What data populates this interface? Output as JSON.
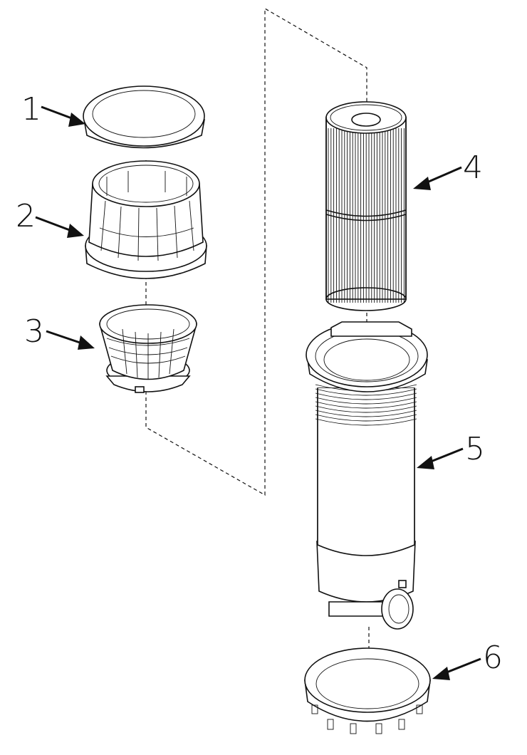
{
  "diagram": {
    "callouts": [
      {
        "id": "1",
        "label": "1"
      },
      {
        "id": "2",
        "label": "2"
      },
      {
        "id": "3",
        "label": "3"
      },
      {
        "id": "4",
        "label": "4"
      },
      {
        "id": "5",
        "label": "5"
      },
      {
        "id": "6",
        "label": "6"
      }
    ],
    "parts": [
      {
        "id": "1",
        "shape": "lid"
      },
      {
        "id": "2",
        "shape": "basket-cage"
      },
      {
        "id": "3",
        "shape": "skimmer-basket"
      },
      {
        "id": "4",
        "shape": "pleated-cartridge"
      },
      {
        "id": "5",
        "shape": "filter-housing"
      },
      {
        "id": "6",
        "shape": "locking-ring"
      }
    ],
    "colors": {
      "ink": "#111111",
      "paper": "#ffffff"
    }
  }
}
